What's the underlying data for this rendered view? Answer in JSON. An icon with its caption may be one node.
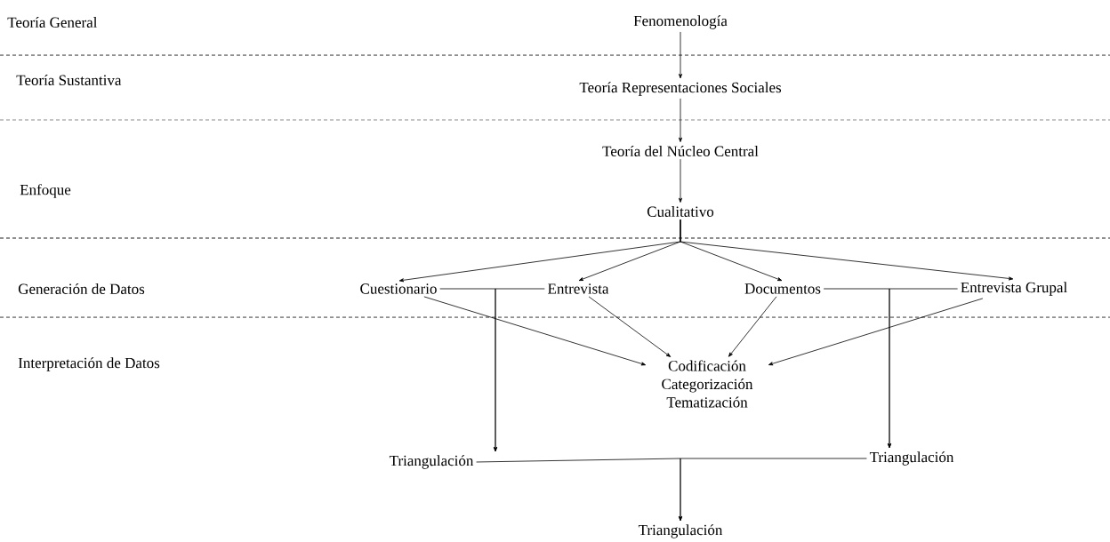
{
  "diagram": {
    "nodes": [
      {
        "text": [
          "Fenomenología"
        ]
      },
      {
        "text": [
          "Teoría Representaciones Sociales"
        ]
      },
      {
        "text": [
          "Teoría del Núcleo Central"
        ]
      },
      {
        "text": [
          "Cualitativo"
        ]
      },
      {
        "text": [
          "Cuestionario"
        ]
      },
      {
        "text": [
          "Entrevista"
        ]
      },
      {
        "text": [
          "Documentos"
        ]
      },
      {
        "text": [
          "Entrevista Grupal"
        ]
      },
      {
        "text": [
          "Codificación Categorización Tematización"
        ]
      },
      {
        "text": [
          "Triangulación"
        ]
      },
      {
        "text": [
          "Triangulación"
        ]
      },
      {
        "text": [
          "Triangulación"
        ]
      }
    ],
    "edges": [
      {
        "from": 0,
        "to": 1,
        "arrow": "to"
      },
      {
        "from": 1,
        "to": 2,
        "arrow": "to"
      },
      {
        "from": 2,
        "to": 3,
        "arrow": "to"
      },
      {
        "from": 3,
        "to": 4,
        "arrow": "to"
      },
      {
        "from": 3,
        "to": 5,
        "arrow": "to"
      },
      {
        "from": 3,
        "to": 6,
        "arrow": "to"
      },
      {
        "from": 3,
        "to": 7,
        "arrow": "to"
      },
      {
        "from": 4,
        "to": 8,
        "arrow": "to"
      },
      {
        "from": 5,
        "to": 8,
        "arrow": "to"
      },
      {
        "from": 6,
        "to": 8,
        "arrow": "to"
      },
      {
        "from": 7,
        "to": 8,
        "arrow": "to"
      },
      {
        "from": 4,
        "to": 9,
        "arrow": "to"
      },
      {
        "from": 5,
        "to": 9,
        "arrow": "to"
      },
      {
        "from": 6,
        "to": 10,
        "arrow": "to"
      },
      {
        "from": 7,
        "to": 10,
        "arrow": "to"
      },
      {
        "from": 9,
        "to": 11,
        "arrow": "to"
      },
      {
        "from": 10,
        "to": 11,
        "arrow": "to"
      }
    ],
    "labels": [
      "Teoría General",
      "Teoría Sustantiva",
      "Enfoque",
      "Generación de Datos",
      "Interpretación de Datos"
    ]
  }
}
